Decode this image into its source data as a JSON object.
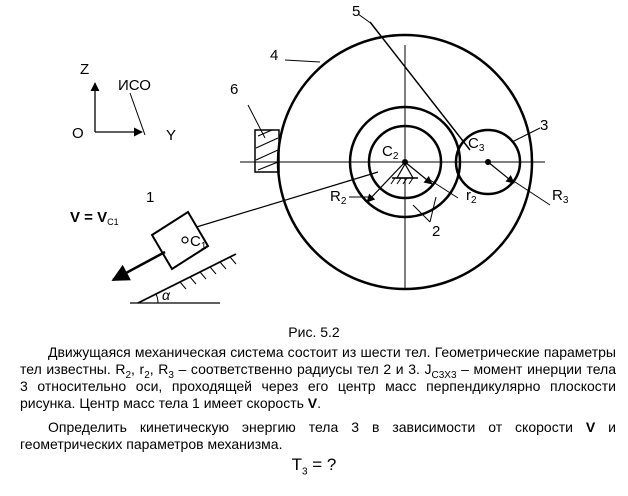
{
  "figure": {
    "axes": {
      "z": "Z",
      "y": "Y",
      "origin": "O",
      "frame": "ИСО"
    },
    "body_numbers": {
      "n1": "1",
      "n2": "2",
      "n3": "3",
      "n4": "4",
      "n5": "5",
      "n6": "6"
    },
    "points": {
      "c": "C",
      "c1_sub": "1",
      "c2_sub": "2",
      "c3_sub": "3"
    },
    "radii": {
      "r": "R",
      "r_small": "r",
      "r2_sub": "2",
      "r3_sub": "3"
    },
    "velocity": {
      "lhs": "V",
      "eq": " = ",
      "rhs": "V",
      "sub": "C1"
    },
    "angle": "α"
  },
  "caption": "Рис. 5.2",
  "paragraph1": {
    "t1": "Движущаяся механическая система состоит из шести тел. Геометрические параметры тел известны. R",
    "s1": "2",
    "t2": ", r",
    "s2": "2",
    "t3": ", R",
    "s3": "3",
    "t4": " – соответственно радиусы тел 2 и 3. J",
    "s4": "C3X3",
    "t5": " – момент инерции тела 3 относительно оси, проходящей через его центр масс перпендикулярно плоскости рисунка. Центр масс тела 1 имеет скорость ",
    "v": "V",
    "t6": "."
  },
  "paragraph2": {
    "t1": "Определить кинетическую энергию тела 3 в зависимости от скорости ",
    "v": "V",
    "t2": " и геометрических параметров механизма."
  },
  "question": {
    "t": "T",
    "sub": "3",
    "rest": " = ?"
  }
}
